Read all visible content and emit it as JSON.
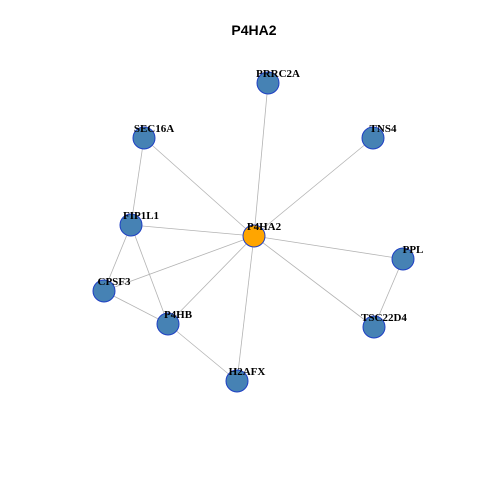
{
  "title": "P4HA2",
  "colors": {
    "center_node": "#ffa500",
    "neighbor_node": "#4682b4",
    "node_border": "#1e3fc4",
    "edge": "#b3b3b3"
  },
  "nodes": [
    {
      "id": "P4HA2",
      "label": "P4HA2",
      "role": "center"
    },
    {
      "id": "PRRC2A",
      "label": "PRRC2A",
      "role": "neighbor"
    },
    {
      "id": "SEC16A",
      "label": "SEC16A",
      "role": "neighbor"
    },
    {
      "id": "TNS4",
      "label": "TNS4",
      "role": "neighbor"
    },
    {
      "id": "FIP1L1",
      "label": "FIP1L1",
      "role": "neighbor"
    },
    {
      "id": "PPL",
      "label": "PPL",
      "role": "neighbor"
    },
    {
      "id": "CPSF3",
      "label": "CPSF3",
      "role": "neighbor"
    },
    {
      "id": "P4HB",
      "label": "P4HB",
      "role": "neighbor"
    },
    {
      "id": "TSC22D4",
      "label": "TSC22D4",
      "role": "neighbor"
    },
    {
      "id": "H2AFX",
      "label": "H2AFX",
      "role": "neighbor"
    }
  ],
  "edges": [
    [
      "P4HA2",
      "PRRC2A"
    ],
    [
      "P4HA2",
      "SEC16A"
    ],
    [
      "P4HA2",
      "TNS4"
    ],
    [
      "P4HA2",
      "FIP1L1"
    ],
    [
      "P4HA2",
      "PPL"
    ],
    [
      "P4HA2",
      "CPSF3"
    ],
    [
      "P4HA2",
      "P4HB"
    ],
    [
      "P4HA2",
      "TSC22D4"
    ],
    [
      "P4HA2",
      "H2AFX"
    ],
    [
      "SEC16A",
      "FIP1L1"
    ],
    [
      "FIP1L1",
      "CPSF3"
    ],
    [
      "FIP1L1",
      "P4HB"
    ],
    [
      "CPSF3",
      "P4HB"
    ],
    [
      "P4HB",
      "H2AFX"
    ],
    [
      "PPL",
      "TSC22D4"
    ]
  ]
}
